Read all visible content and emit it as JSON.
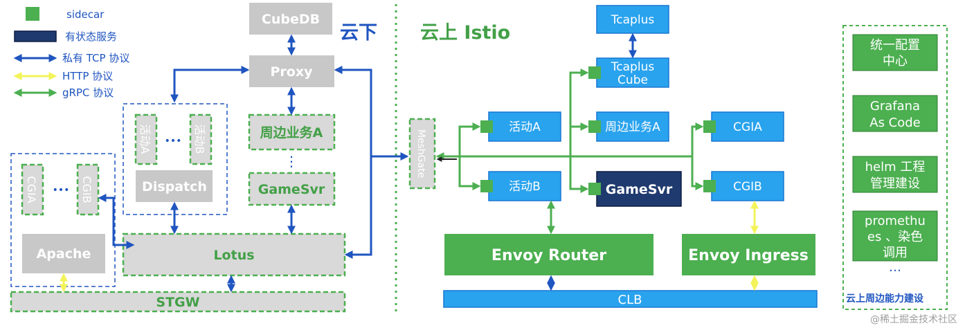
{
  "legend": {
    "sidecar": "sidecar",
    "stateful": "有状态服务",
    "private_tcp": "私有 TCP 协议",
    "http": "HTTP 协议",
    "grpc": "gRPC 协议"
  },
  "regions": {
    "offcloud": "云下",
    "oncloud": "云上 Istio",
    "oncloud_peripheral": "云上周边能力建设"
  },
  "left": {
    "cubedb": "CubeDB",
    "proxy": "Proxy",
    "activity_a": "活动A",
    "activity_b": "活动B",
    "dots_activity": "•••",
    "dispatch": "Dispatch",
    "peripheral_a": "周边业务A",
    "vdots": "⋮",
    "gamesvr": "GameSvr",
    "cgia": "CGIA",
    "cgib": "CGIB",
    "dots_cgi": "•••",
    "apache": "Apache",
    "lotus": "Lotus",
    "stgw": "STGW"
  },
  "right": {
    "meshgate": "MeshGate",
    "tcaplus": "Tcaplus",
    "tcaplus_cube_1": "Tcaplus",
    "tcaplus_cube_2": "Cube",
    "activity_a": "活动A",
    "activity_b": "活动B",
    "peripheral_a": "周边业务A",
    "gamesvr": "GameSvr",
    "cgia": "CGIA",
    "cgib": "CGIB",
    "envoy_router": "Envoy Router",
    "envoy_ingress": "Envoy Ingress",
    "clb": "CLB"
  },
  "panel": {
    "config_1": "统一配置",
    "config_2": "中心",
    "grafana_1": "Grafana",
    "grafana_2": "As Code",
    "helm_1": "helm 工程",
    "helm_2": "管理建设",
    "prom_1": "promethu",
    "prom_2": "es 、染色",
    "prom_3": "调用",
    "dots": "…"
  },
  "watermark": "@稀土掘金技术社区",
  "colors": {
    "blue_arrow": "#1f55c0",
    "green": "#4caf50",
    "yellow_arrow": "#f3f35a",
    "light_blue": "#2aa3ee",
    "navy": "#1f3a6e",
    "gray": "#c8c8c8"
  }
}
